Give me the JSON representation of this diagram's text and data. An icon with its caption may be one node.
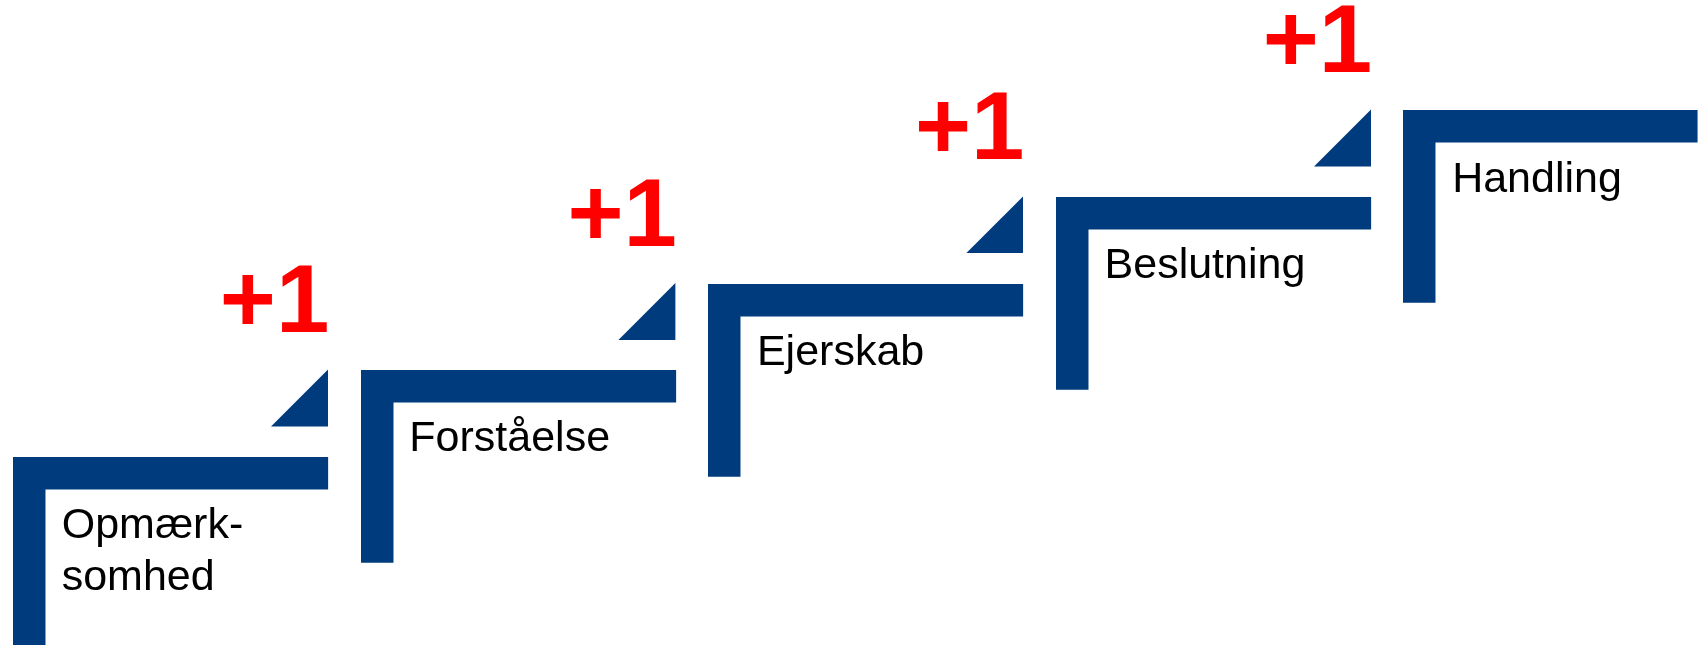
{
  "diagram": {
    "nodes": [
      {
        "text": [
          "Opmærk- somhed"
        ]
      },
      {
        "text": [
          "Forståelse"
        ]
      },
      {
        "text": [
          "Ejerskab"
        ]
      },
      {
        "text": [
          "Beslutning"
        ]
      },
      {
        "text": [
          "Handling"
        ]
      }
    ],
    "labels": [
      "+1",
      "+1",
      "+1",
      "+1"
    ]
  }
}
